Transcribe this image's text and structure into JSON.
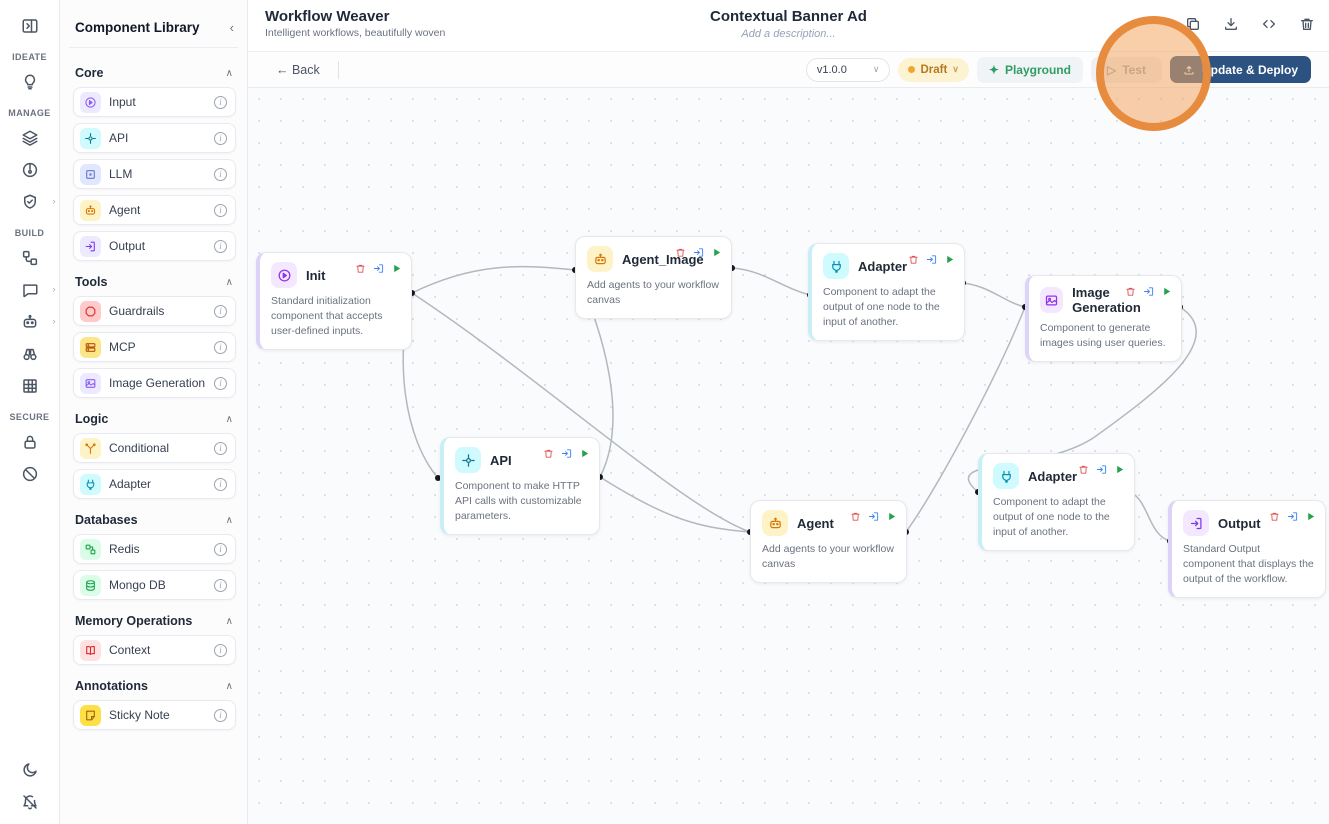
{
  "rail": {
    "groups": [
      {
        "label": "IDEATE",
        "items": [
          {
            "icon": "lightbulb-icon"
          }
        ]
      },
      {
        "label": "MANAGE",
        "items": [
          {
            "icon": "layers-icon"
          },
          {
            "icon": "model-icon"
          },
          {
            "icon": "shield-check-icon",
            "chevron": "›"
          }
        ]
      },
      {
        "label": "BUILD",
        "items": [
          {
            "icon": "workflow-icon"
          },
          {
            "icon": "chat-icon",
            "chevron": "›"
          },
          {
            "icon": "robot-icon",
            "chevron": "›"
          },
          {
            "icon": "binoculars-icon"
          },
          {
            "icon": "grid-icon"
          }
        ]
      },
      {
        "label": "SECURE",
        "items": [
          {
            "icon": "lock-icon"
          },
          {
            "icon": "ban-icon"
          }
        ]
      }
    ],
    "footer_icons": [
      "moon-icon",
      "bell-off-icon"
    ]
  },
  "sidebar": {
    "title": "Component Library",
    "collapse": "‹",
    "sections": [
      {
        "label": "Core",
        "items": [
          {
            "label": "Input"
          },
          {
            "label": "API"
          },
          {
            "label": "LLM"
          },
          {
            "label": "Agent"
          },
          {
            "label": "Output"
          }
        ]
      },
      {
        "label": "Tools",
        "items": [
          {
            "label": "Guardrails"
          },
          {
            "label": "MCP"
          },
          {
            "label": "Image Generation"
          }
        ]
      },
      {
        "label": "Logic",
        "items": [
          {
            "label": "Conditional"
          },
          {
            "label": "Adapter"
          }
        ]
      },
      {
        "label": "Databases",
        "items": [
          {
            "label": "Redis"
          },
          {
            "label": "Mongo DB"
          }
        ]
      },
      {
        "label": "Memory Operations",
        "items": [
          {
            "label": "Context"
          }
        ]
      },
      {
        "label": "Annotations",
        "items": [
          {
            "label": "Sticky Note"
          }
        ]
      }
    ]
  },
  "header": {
    "app_title": "Workflow Weaver",
    "app_subtitle": "Intelligent workflows, beautifully woven",
    "doc_title": "Contextual Banner Ad",
    "doc_subtitle": "Add a description...",
    "action_icons": [
      "copy-icon",
      "download-icon",
      "code-icon",
      "trash-icon"
    ]
  },
  "toolbar": {
    "back_label": "← Back",
    "version": "v1.0.0",
    "status_label": "Draft",
    "playground_label": "Playground",
    "test_label": "Test",
    "deploy_label": "Update & Deploy"
  },
  "canvas": {
    "nodes": [
      {
        "title": "Init",
        "desc": "Standard initialization component that accepts user-defined inputs."
      },
      {
        "title": "Agent_Image",
        "desc": "Add agents to your workflow canvas"
      },
      {
        "title": "Adapter",
        "desc": "Component to adapt the output of one node to the input of another."
      },
      {
        "title": "Image Generation",
        "desc": "Component to generate images using user queries."
      },
      {
        "title": "API",
        "desc": "Component to make HTTP API calls with customizable parameters."
      },
      {
        "title": "Agent",
        "desc": "Add agents to your workflow canvas"
      },
      {
        "title": "Adapter",
        "desc": "Component to adapt the output of one node to the input of another."
      },
      {
        "title": "Output",
        "desc": "Standard Output component that displays the output of the workflow."
      }
    ],
    "edges": [
      {
        "from": "Init",
        "to": "Agent_Image"
      },
      {
        "from": "Init",
        "to": "API"
      },
      {
        "from": "Init",
        "to": "Agent"
      },
      {
        "from": "API",
        "to": "Agent_Image"
      },
      {
        "from": "API",
        "to": "Agent"
      },
      {
        "from": "Agent_Image",
        "to": "Adapter"
      },
      {
        "from": "Adapter",
        "to": "Image Generation"
      },
      {
        "from": "Agent",
        "to": "Image Generation"
      },
      {
        "from": "Image Generation",
        "to": "Adapter (2)"
      },
      {
        "from": "Adapter (2)",
        "to": "Output"
      }
    ]
  },
  "colors": {
    "highlight_orange": "#e78b3e",
    "deploy_navy": "#2c5282",
    "draft_bg": "#fdf3d3",
    "draft_text": "#b7791f",
    "draft_dot": "#f0a731",
    "playground_green": "#2f9e63",
    "trash_red": "#e05252",
    "export_blue": "#3b82f6",
    "play_green": "#22a24a"
  },
  "annotation": {
    "highlight_target": "Test"
  }
}
